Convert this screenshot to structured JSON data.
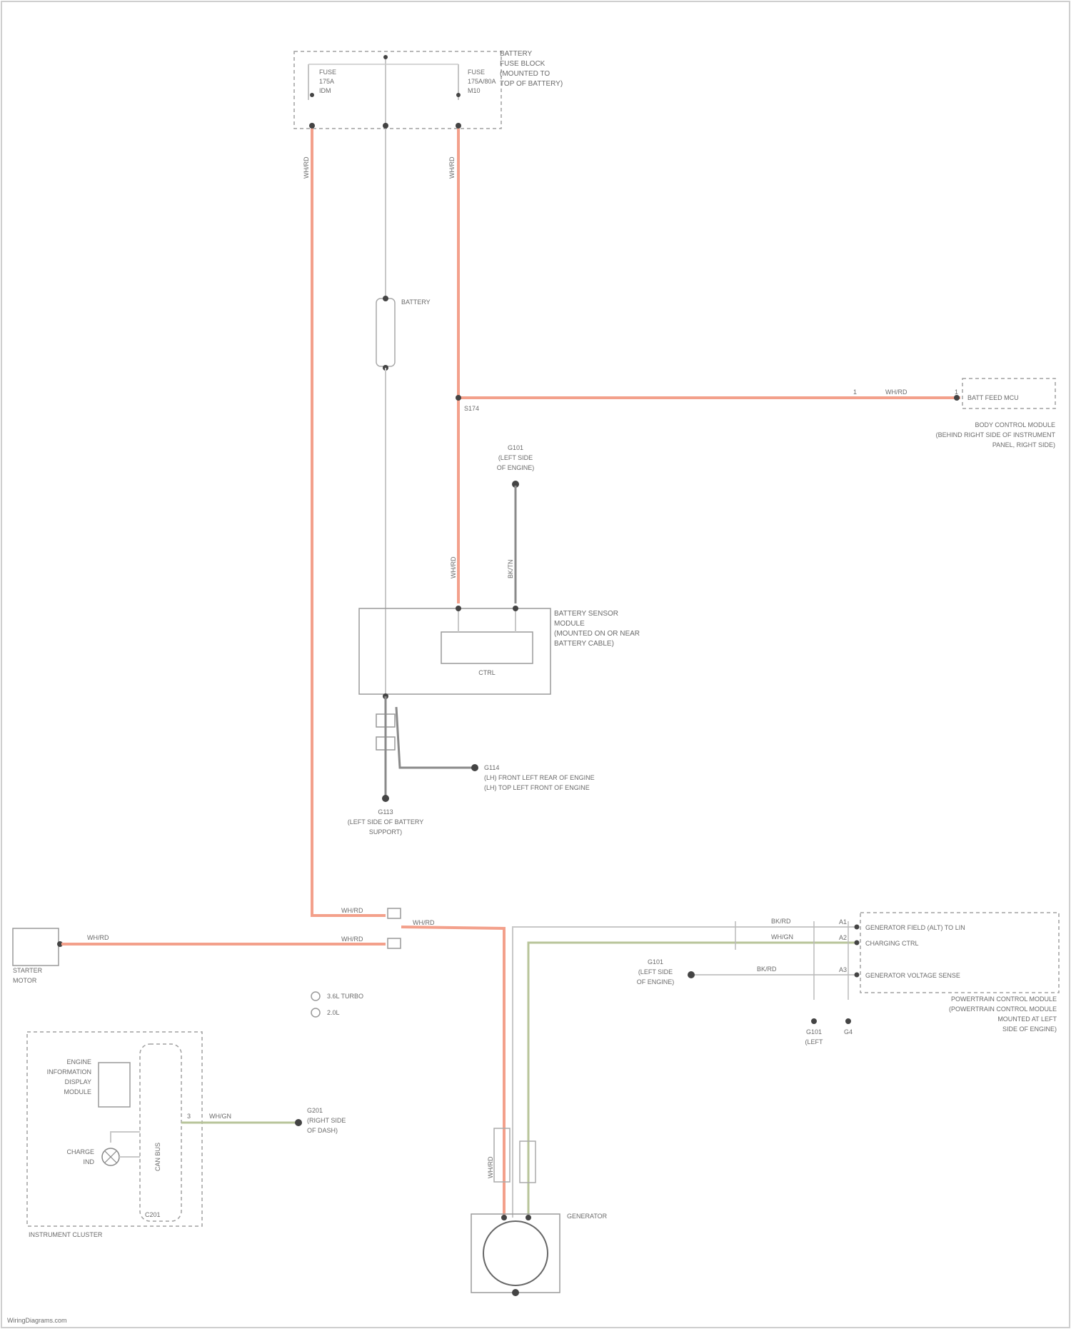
{
  "fuse_block": {
    "label_lines": [
      "BATTERY",
      "FUSE BLOCK",
      "(MOUNTED TO",
      "TOP OF BATTERY)"
    ],
    "fuse_left": [
      "FUSE",
      "175A",
      "IDM"
    ],
    "fuse_right": [
      "FUSE",
      "175A/80A",
      "M10"
    ]
  },
  "wires": {
    "left_feed": "WH/RD",
    "right_feed": "WH/RD",
    "fuse_link_label": "BATTERY",
    "branch_right": "WH/RD",
    "branch_right_num": "1",
    "splice_s1": "S174",
    "sensor_wire_left": "WH/RD",
    "sensor_wire_right": "BK/TN",
    "starter_left": "WH/RD",
    "starter_top": "WH/RD",
    "starter_right": "WH/RD",
    "starter_link": "WH/RD",
    "generator_left": "WH/RD",
    "ign_wire": "WH/GN",
    "reg_wire1": "BK/RD",
    "reg_wire2": "WH/GN",
    "reg_wire3": "BK/RD"
  },
  "grounds": {
    "top_ground": [
      "G101",
      "(LEFT SIDE",
      "OF ENGINE)"
    ],
    "battery_ground": [
      "G113",
      "(LEFT SIDE OF BATTERY",
      "SUPPORT)"
    ],
    "ground_g113_side": [
      "G114",
      "(LH) FRONT LEFT REAR OF ENGINE",
      "(LH) TOP LEFT FRONT OF ENGINE"
    ],
    "reg_ground": [
      "G101",
      "(LEFT SIDE",
      "OF ENGINE)"
    ],
    "cluster_ground": [
      "G201",
      "(RIGHT SIDE",
      "OF DASH)"
    ],
    "reg_bottom_ground": [
      "G101",
      "(LEFT"
    ],
    "reg_bottom_ground2": [
      "G4"
    ]
  },
  "right_connector": {
    "pin": "1",
    "label": "BATT FEED MCU",
    "caption_lines": [
      "BODY CONTROL MODULE",
      "(BEHIND RIGHT SIDE OF INSTRUMENT",
      "PANEL, RIGHT SIDE)"
    ]
  },
  "battery_sensor": {
    "caption_lines": [
      "BATTERY SENSOR",
      "MODULE",
      "(MOUNTED ON OR NEAR",
      "BATTERY CABLE)"
    ],
    "inner_label": "CTRL"
  },
  "starter": {
    "label_lines": [
      "STARTER",
      "MOTOR"
    ]
  },
  "legend": {
    "items": [
      "3.6L TURBO",
      "2.0L"
    ]
  },
  "regulator": {
    "pins": [
      "A1",
      "A2",
      "A3"
    ],
    "signals": [
      "GENERATOR FIELD (ALT) TO LIN",
      "CHARGING CTRL",
      "GENERATOR VOLTAGE SENSE"
    ],
    "caption_lines": [
      "POWERTRAIN CONTROL MODULE",
      "(POWERTRAIN CONTROL MODULE",
      "MOUNTED AT LEFT",
      "SIDE OF ENGINE)"
    ]
  },
  "cluster": {
    "inner_lines": [
      "ENGINE",
      "INFORMATION",
      "DISPLAY",
      "MODULE"
    ],
    "lamp_label": [
      "CHARGE",
      "IND"
    ],
    "bus_label": "CAN BUS",
    "pin_label": "C201",
    "caption": "INSTRUMENT CLUSTER",
    "out_wire": "WH/GN",
    "out_pin": "3"
  },
  "generator": {
    "label": "GENERATOR"
  },
  "footer": {
    "text": "WiringDiagrams.com"
  }
}
